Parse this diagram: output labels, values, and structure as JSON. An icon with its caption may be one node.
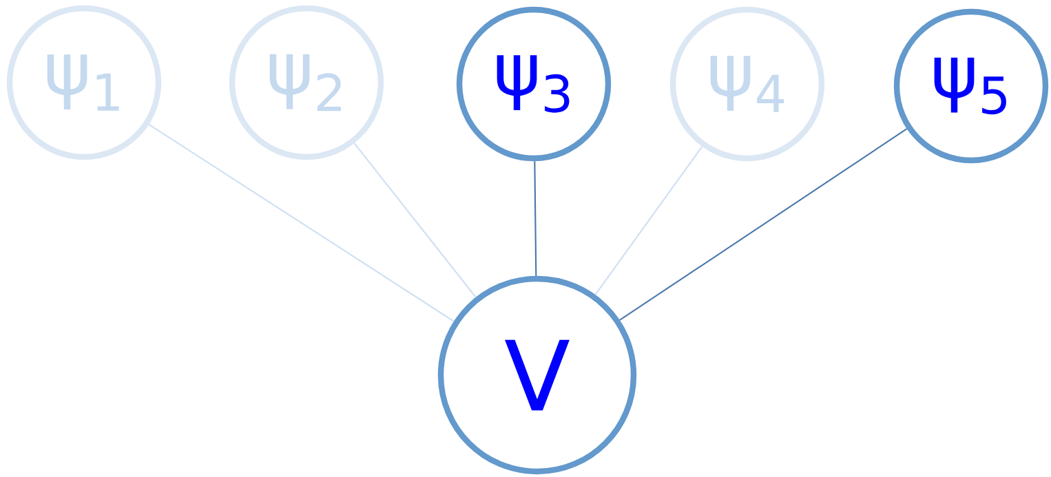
{
  "diagram": {
    "nodes": [
      {
        "text": [
          "ψ$_{1}$"
        ]
      },
      {
        "text": [
          "ψ$_{2}$"
        ]
      },
      {
        "text": [
          "ψ$_{3}$"
        ]
      },
      {
        "text": [
          "ψ$_{4}$"
        ]
      },
      {
        "text": [
          "ψ$_{5}$"
        ]
      },
      {
        "text": [
          "V"
        ]
      }
    ],
    "edges": [
      {
        "from": 0,
        "to": 5,
        "arrow": "none"
      },
      {
        "from": 1,
        "to": 5,
        "arrow": "none"
      },
      {
        "from": 2,
        "to": 5,
        "arrow": "none",
        "color": "#4a78a8"
      },
      {
        "from": 3,
        "to": 5,
        "arrow": "none"
      },
      {
        "from": 4,
        "to": 5,
        "arrow": "none",
        "color": "#4a78a8"
      }
    ]
  }
}
